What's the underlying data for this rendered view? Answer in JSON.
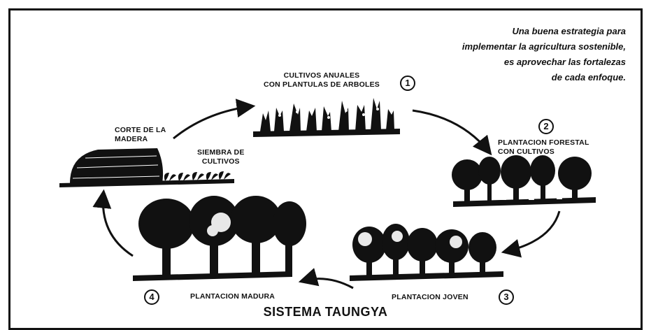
{
  "quote": {
    "lines": [
      "Una buena estrategia para",
      "implementar la agricultura sostenible,",
      "es aprovechar las fortalezas",
      "de cada enfoque."
    ]
  },
  "stages": [
    {
      "number": "1",
      "label_lines": [
        "CULTIVOS ANUALES",
        "CON PLANTULAS DE ARBOLES"
      ]
    },
    {
      "number": "2",
      "label_lines": [
        "PLANTACION FORESTAL",
        "CON CULTIVOS"
      ]
    },
    {
      "number": "3",
      "label_lines": [
        "PLANTACION JOVEN"
      ]
    },
    {
      "number": "4",
      "label_lines": [
        "PLANTACION MADURA"
      ]
    }
  ],
  "corte": {
    "label_lines": [
      "CORTE DE LA",
      "MADERA"
    ]
  },
  "siembra": {
    "label_lines": [
      "SIEMBRA DE",
      "CULTIVOS"
    ]
  },
  "title": "SISTEMA TAUNGYA",
  "colors": {
    "ink": "#111111",
    "paper": "#ffffff",
    "foliage_light": "#e8e8e8"
  },
  "icons": [
    "arrow-icon",
    "tree-icon",
    "crop-icon",
    "log-pile-icon"
  ]
}
